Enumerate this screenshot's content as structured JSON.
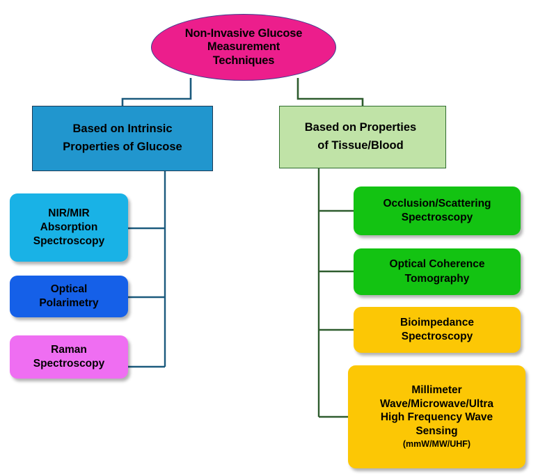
{
  "diagram": {
    "title": "Non-Invasive Glucose Measurement Techniques",
    "root": {
      "label": "Non-Invasive Glucose\nMeasurement\nTechniques",
      "color": "#ec1e8c",
      "border_color": "#3b3f8f",
      "shape": "ellipse"
    },
    "branches": [
      {
        "id": "intrinsic",
        "label": "Based on Intrinsic\nProperties of Glucose",
        "color": "#2196ce",
        "border_color": "#1b3a56",
        "connector_color": "#1b5a7d",
        "children": [
          {
            "id": "nirmir",
            "label": "NIR/MIR\nAbsorption\nSpectroscopy",
            "color": "#19b2e6"
          },
          {
            "id": "polarimetry",
            "label": "Optical\nPolarimetry",
            "color": "#1560e8"
          },
          {
            "id": "raman",
            "label": "Raman\nSpectroscopy",
            "color": "#ef6ef2"
          }
        ]
      },
      {
        "id": "tissue-blood",
        "label": "Based on Properties\nof Tissue/Blood",
        "color": "#c0e3a7",
        "border_color": "#2e6b2e",
        "connector_color": "#2e5c2e",
        "children": [
          {
            "id": "occlusion",
            "label": "Occlusion/Scattering\nSpectroscopy",
            "color": "#13c312"
          },
          {
            "id": "oct",
            "label": "Optical Coherence\nTomography",
            "color": "#13c312"
          },
          {
            "id": "bioimpedance",
            "label": "Bioimpedance\nSpectroscopy",
            "color": "#fcc705"
          },
          {
            "id": "mmwave",
            "label": "Millimeter\nWave/Microwave/Ultra\nHigh Frequency Wave\nSensing",
            "sublabel": "(mmW/MW/UHF)",
            "color": "#fcc705"
          }
        ]
      }
    ]
  }
}
